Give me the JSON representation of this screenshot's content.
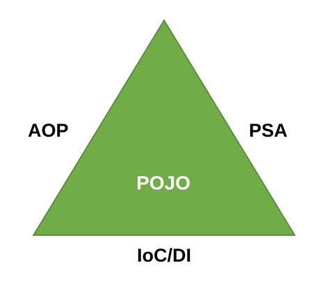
{
  "diagram": {
    "center_label": "POJO",
    "left_label": "AOP",
    "right_label": "PSA",
    "bottom_label": "IoC/DI"
  },
  "colors": {
    "triangle_fill": "#70AD47",
    "triangle_stroke": "#507E32",
    "center_text": "#FFFFFF",
    "side_text": "#000000",
    "background": "#FFFFFF"
  }
}
